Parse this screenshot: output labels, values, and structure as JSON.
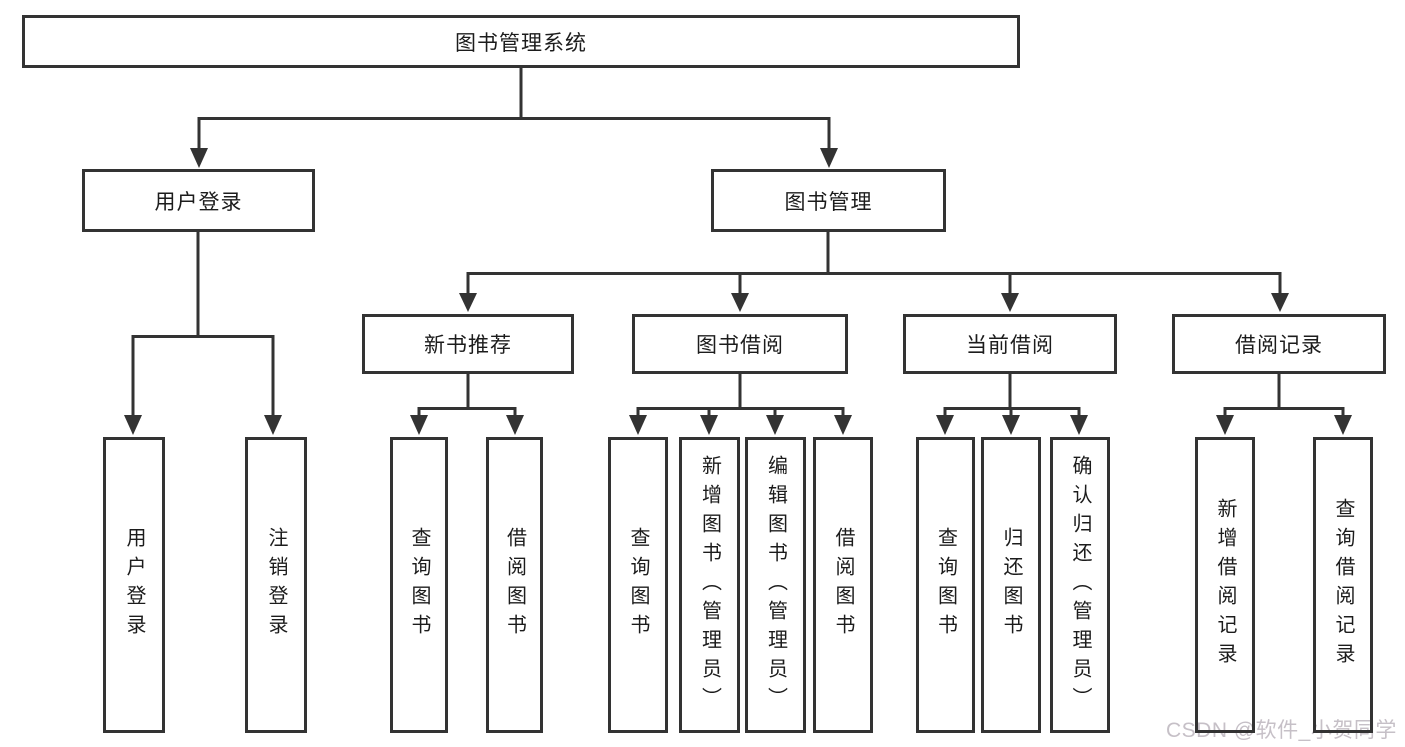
{
  "diagram_title": "图书管理系统",
  "colors": {
    "line": "#333333",
    "text": "#1c1c1c",
    "watermark": "#c6c0c7",
    "background": "#ffffff"
  },
  "watermark": {
    "text": "CSDN @软件_小贺同学"
  },
  "tree": {
    "label": "图书管理系统",
    "children": [
      {
        "label": "用户登录",
        "children": [
          {
            "label": "用户登录"
          },
          {
            "label": "注销登录"
          }
        ]
      },
      {
        "label": "图书管理",
        "children": [
          {
            "label": "新书推荐",
            "children": [
              {
                "label": "查询图书"
              },
              {
                "label": "借阅图书"
              }
            ]
          },
          {
            "label": "图书借阅",
            "children": [
              {
                "label": "查询图书"
              },
              {
                "label": "新增图书（管理员）"
              },
              {
                "label": "编辑图书（管理员）"
              },
              {
                "label": "借阅图书"
              }
            ]
          },
          {
            "label": "当前借阅",
            "children": [
              {
                "label": "查询图书"
              },
              {
                "label": "归还图书"
              },
              {
                "label": "确认归还（管理员）"
              }
            ]
          },
          {
            "label": "借阅记录",
            "children": [
              {
                "label": "新增借阅记录"
              },
              {
                "label": "查询借阅记录"
              }
            ]
          }
        ]
      }
    ]
  }
}
